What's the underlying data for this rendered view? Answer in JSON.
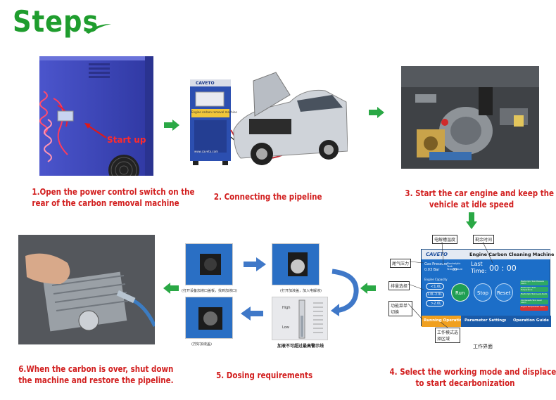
{
  "page": {
    "title": "Steps",
    "colors": {
      "title": "#1f9d2e",
      "caption": "#d21f1f",
      "arrow_green": "#2aa845",
      "arrow_blue": "#3f78c8"
    }
  },
  "steps": [
    {
      "caption_line1": "1.Open the power control switch on the",
      "caption_line2": "rear of the carbon removal machine"
    },
    {
      "caption_line1": "2. Connecting the pipeline",
      "caption_line2": ""
    },
    {
      "caption_line1": "3. Start the car engine and keep the",
      "caption_line2": "vehicle at idle speed"
    },
    {
      "caption_line1": "4. Select the working mode and displacement",
      "caption_line2": "to start decarbonization"
    },
    {
      "caption_line1": "5. Dosing requirements",
      "caption_line2": ""
    },
    {
      "caption_line1": "6.When the carbon is over, shut down",
      "caption_line2": "the machine and restore the pipeline."
    }
  ],
  "photo1": {
    "label": "Start up"
  },
  "machine": {
    "brand": "CAVETO",
    "front_text": "Engine carbon removal machine",
    "url": "www.caveto.com"
  },
  "dosing": {
    "cap1": "(打开设备加液口盖板，找到加液口)",
    "cap2": "(打开加液盖，加入电解液)",
    "cap3": "(拧好加液盖)",
    "cap4": "加液不可超过最高警示线",
    "gauge_high": "High",
    "gauge_low": "Low"
  },
  "control_panel": {
    "brand": "CAVETO",
    "header": "Engine Carbon Cleaning Machine",
    "gas_pressure_label": "Gas Pressure",
    "gas_pressure_value": "0.03 Bar",
    "temp_label": "Electrolytic Tank Temperature",
    "temp_value": "30",
    "last_label": "Last",
    "time_label": "Time:",
    "time_value": "00 : 00",
    "capacity_label": "Engine Capacity",
    "options": [
      "<1.0L",
      "1.0L-2.0L",
      ">2.0L"
    ],
    "run": "Run",
    "stop": "Stop",
    "reset": "Reset",
    "right_items": [
      "Electrolytic Tank Pressure Alarm",
      "Electrolytic Tank Temperature",
      "Electrolytic Tank Level Alarm",
      "Condensate Tank Level Alarm",
      "Engine Temperature Alarm"
    ],
    "tab_running": "Running Operation",
    "tab_parameter": "Parameter Settings",
    "tab_guide": "Operation Guide",
    "ann_tank_temp": "电解槽温度",
    "ann_remaining_time": "剩余时间",
    "ann_gas_pressure": "尾气压力",
    "ann_displacement": "排量选择",
    "ann_function": "功能菜单切换",
    "ann_mode": "工作模式选择区域",
    "ann_interface": "工作界面"
  }
}
